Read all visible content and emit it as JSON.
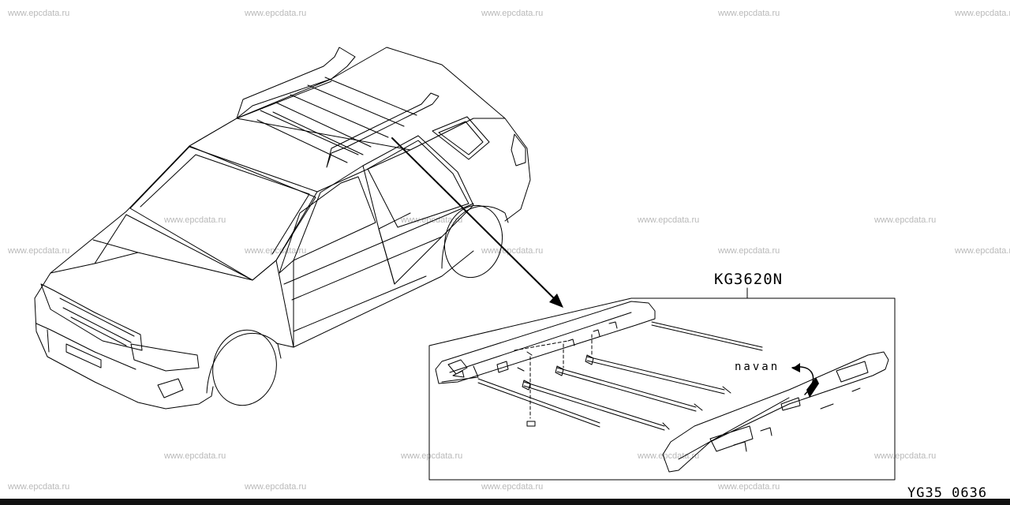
{
  "watermark": {
    "text": "www.epcdata.ru",
    "count": 22
  },
  "diagram": {
    "part_code": "KG3620N",
    "note_label": "navan",
    "figure_id": "YG35 0636"
  },
  "colors": {
    "line": "#000000",
    "watermark": "#b9b9b9",
    "background": "#ffffff"
  }
}
